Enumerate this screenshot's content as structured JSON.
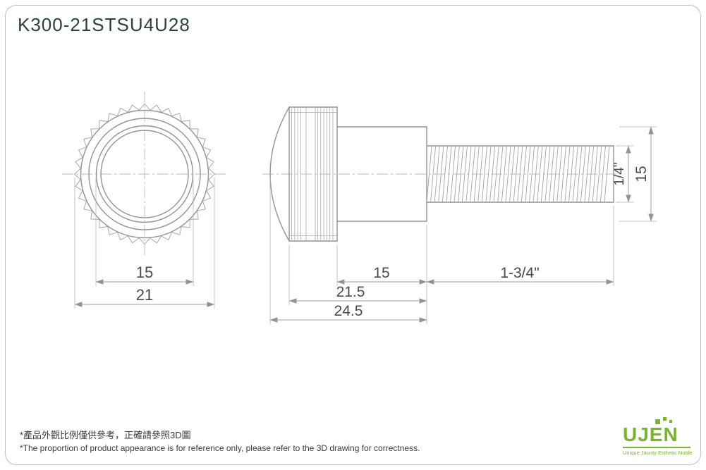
{
  "title": "K300-21STSU4U28",
  "front_view": {
    "dim_inner": "15",
    "dim_outer": "21"
  },
  "side_view": {
    "dim_head_len": "15",
    "dim_mid_len": "21.5",
    "dim_total_len": "24.5",
    "dim_thread_len": "1-3/4\"",
    "dim_thread_dia": "1/4\"",
    "dim_shoulder_dia": "15"
  },
  "notes": {
    "zh": "*產品外觀比例僅供參考，正確請參照3D圖",
    "en": "*The proportion of product appearance is for reference only, please refer to the 3D drawing for correctness."
  },
  "brand": {
    "name": "UJEN",
    "tagline": "Unique Jaunty Esthetic Noble"
  },
  "colors": {
    "drawing_line": "#8f9494",
    "dim_text": "#474c4c",
    "title_text": "#2c4040",
    "brand_green": "#79b52c"
  }
}
